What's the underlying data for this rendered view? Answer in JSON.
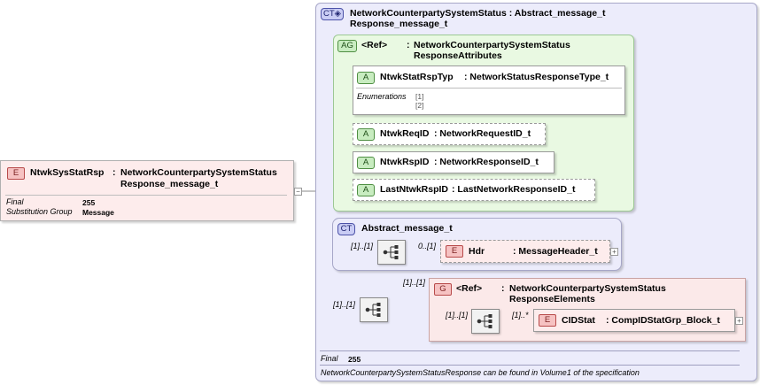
{
  "root": {
    "badge": "E",
    "name": "NtwkSysStatRsp",
    "sep": ":",
    "type_line1": "NetworkCounterpartySystemStatus",
    "type_line2": "Response_message_t",
    "props": [
      {
        "key": "Final",
        "value": "255"
      },
      {
        "key": "Substitution Group",
        "value": "Message"
      }
    ]
  },
  "ct_main": {
    "badge": "CT",
    "title_line1": "NetworkCounterpartySystemStatus : Abstract_message_t",
    "title_line2": "Response_message_t",
    "final_key": "Final",
    "final_value": "255",
    "footer_note": "NetworkCounterpartySystemStatusResponse can be found in Volume1 of the specification"
  },
  "attr_group": {
    "badge": "AG",
    "name": "<Ref>",
    "sep": ":",
    "type_line1": "NetworkCounterpartySystemStatus",
    "type_line2": "ResponseAttributes",
    "attributes": [
      {
        "badge": "A",
        "name": "NtwkStatRspTyp",
        "type": ": NetworkStatusResponseType_t"
      },
      {
        "badge": "A",
        "name": "NtwkReqID",
        "type": ": NetworkRequestID_t"
      },
      {
        "badge": "A",
        "name": "NtwkRspID",
        "type": ": NetworkResponseID_t"
      },
      {
        "badge": "A",
        "name": "LastNtwkRspID",
        "type": ": LastNetworkResponseID_t"
      }
    ],
    "enum_label": "Enumerations",
    "enum_values": [
      "[1]",
      "[2]"
    ]
  },
  "ct_abstract": {
    "badge": "CT",
    "title": "Abstract_message_t",
    "seq_mult": "[1]..[1]",
    "hdr_mult": "0..[1]",
    "hdr": {
      "badge": "E",
      "name": "Hdr",
      "type": ": MessageHeader_t"
    }
  },
  "group": {
    "outer_mult": "[1]..[1]",
    "seq_mult": "[1]..[1]",
    "box_mult": "[1]..[1]",
    "badge": "G",
    "name": "<Ref>",
    "sep": ":",
    "type_line1": "NetworkCounterpartySystemStatus",
    "type_line2": "ResponseElements",
    "inner_seq_mult": "[1]..[1]",
    "child_mult": "[1]..*",
    "child": {
      "badge": "E",
      "name": "CIDStat",
      "type": ": CompIDStatGrp_Block_t"
    }
  },
  "colors": {
    "ct_fill": "#ececfb",
    "ag_fill": "#e9f9e2",
    "group_fill": "#fbe9e9",
    "root_fill": "#fdecec"
  }
}
